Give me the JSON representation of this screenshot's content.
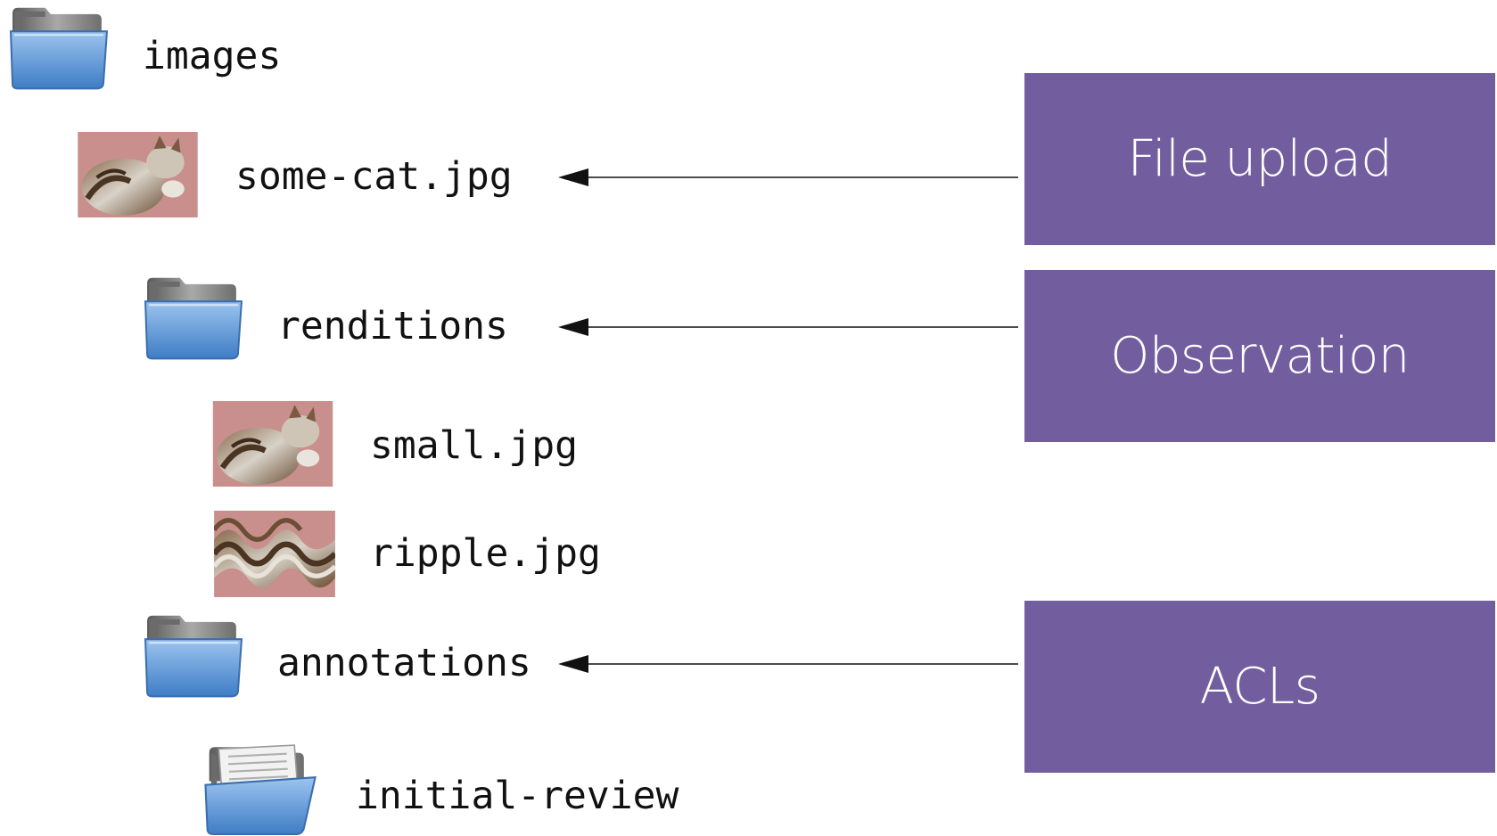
{
  "tree": {
    "images": {
      "label": "images",
      "icon": "folder-icon"
    },
    "some_cat": {
      "label": "some-cat.jpg",
      "icon": "cat-thumbnail"
    },
    "renditions": {
      "label": "renditions",
      "icon": "folder-icon"
    },
    "small": {
      "label": "small.jpg",
      "icon": "cat-thumbnail"
    },
    "ripple": {
      "label": "ripple.jpg",
      "icon": "rippled-cat-thumbnail"
    },
    "annotations": {
      "label": "annotations",
      "icon": "folder-icon"
    },
    "initial_review": {
      "label": "initial-review",
      "icon": "open-folder-with-documents-icon"
    }
  },
  "callouts": {
    "file_upload": "File upload",
    "observation": "Observation",
    "acls": "ACLs"
  },
  "colors": {
    "callout_fill": "#725e9e",
    "callout_text": "#ffffff",
    "folder_blue": "#5b95d6",
    "folder_back": "#7d7d7d",
    "thumb_background": "#c98f8c",
    "arrow": "#111111"
  }
}
